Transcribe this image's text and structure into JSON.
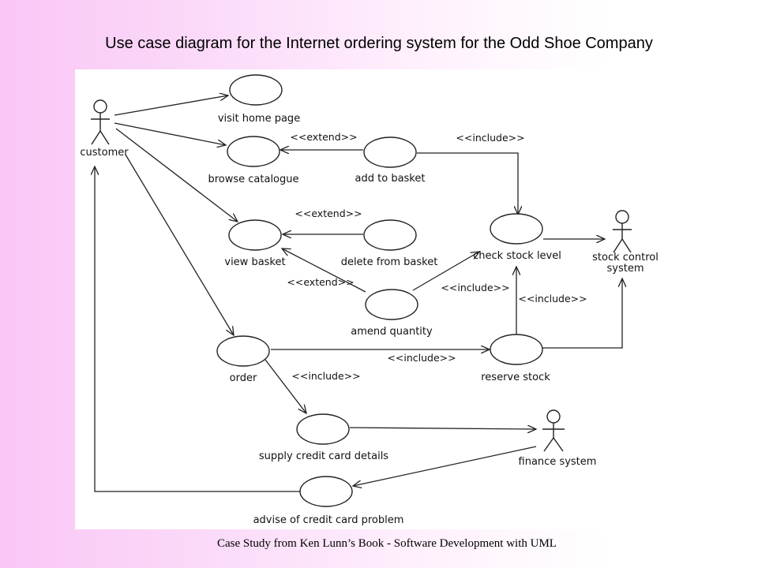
{
  "title": "Use case diagram for the Internet ordering system for the Odd Shoe Company",
  "footer": "Case Study from Ken Lunn’s Book - Software Development with UML",
  "diagram": {
    "actors": {
      "customer": "customer",
      "stock_control": [
        "stock control",
        "system"
      ],
      "finance": "finance system"
    },
    "use_cases": {
      "visit_home_page": "visit home page",
      "browse_catalogue": "browse catalogue",
      "add_to_basket": "add to basket",
      "view_basket": "view basket",
      "delete_from_basket": "delete from basket",
      "amend_quantity": "amend quantity",
      "check_stock_level": "check stock level",
      "order": "order",
      "reserve_stock": "reserve stock",
      "supply_credit_card_details": "supply credit card details",
      "advise_of_credit_card_problem": "advise of credit card problem"
    },
    "relationships": {
      "extend_add_browse": "<<extend>>",
      "include_add_check": "<<include>>",
      "extend_delete_view": "<<extend>>",
      "extend_amend_view": "<<extend>>",
      "include_amend_check": "<<include>>",
      "include_reserve_check": "<<include>>",
      "include_order_reserve": "<<include>>",
      "include_order_supply": "<<include>>"
    }
  }
}
